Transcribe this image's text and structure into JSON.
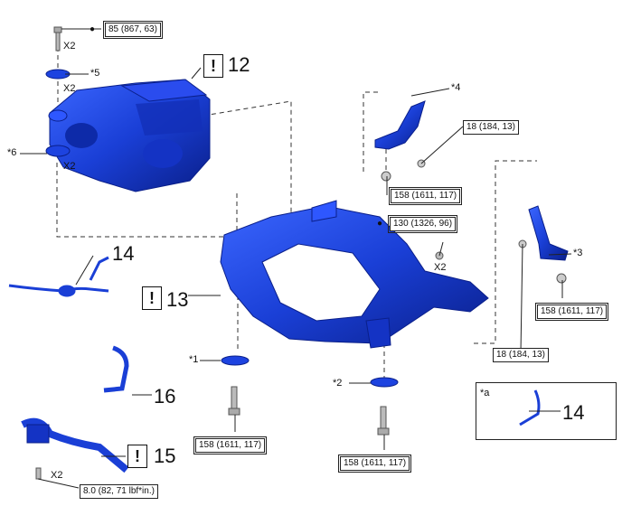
{
  "torques": {
    "t1": "85 (867, 63)",
    "t2": "18 (184, 13)",
    "t3": "158 (1611, 117)",
    "t4": "130 (1326, 96)",
    "t5": "158 (1611, 117)",
    "t6": "18 (184, 13)",
    "t7": "158 (1611, 117)",
    "t8": "158 (1611, 117)",
    "t9": "8.0 (82, 71 lbf*in.)"
  },
  "quantities": {
    "q1": "X2",
    "q2": "X2",
    "q3": "X2",
    "q4": "X2",
    "q5": "X2"
  },
  "callouts": {
    "c1": "*1",
    "c2": "*2",
    "c3": "*3",
    "c4": "*4",
    "c5": "*5",
    "c6": "*6",
    "ca": "*a"
  },
  "parts": {
    "p12": "12",
    "p13": "13",
    "p14a": "14",
    "p14b": "14",
    "p15": "15",
    "p16": "16"
  },
  "notice_symbol": "!",
  "dot_symbol": "●",
  "colors": {
    "part_blue": "#1a3fd6",
    "part_dark": "#0a1f8a",
    "line": "#222222"
  }
}
